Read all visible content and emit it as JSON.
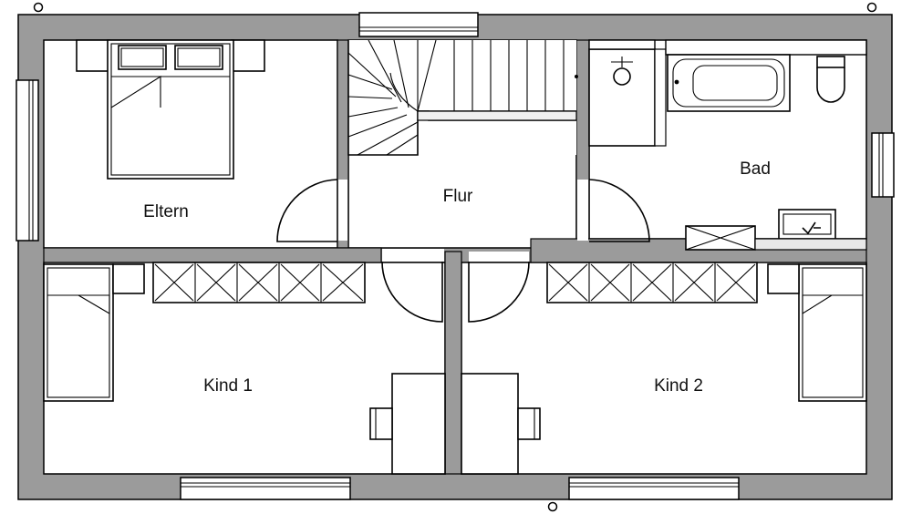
{
  "rooms": {
    "eltern": "Eltern",
    "flur": "Flur",
    "bad": "Bad",
    "kind1": "Kind 1",
    "kind2": "Kind 2"
  },
  "colors": {
    "wall": "#9b9b9b",
    "line": "#000000",
    "background": "#ffffff"
  }
}
